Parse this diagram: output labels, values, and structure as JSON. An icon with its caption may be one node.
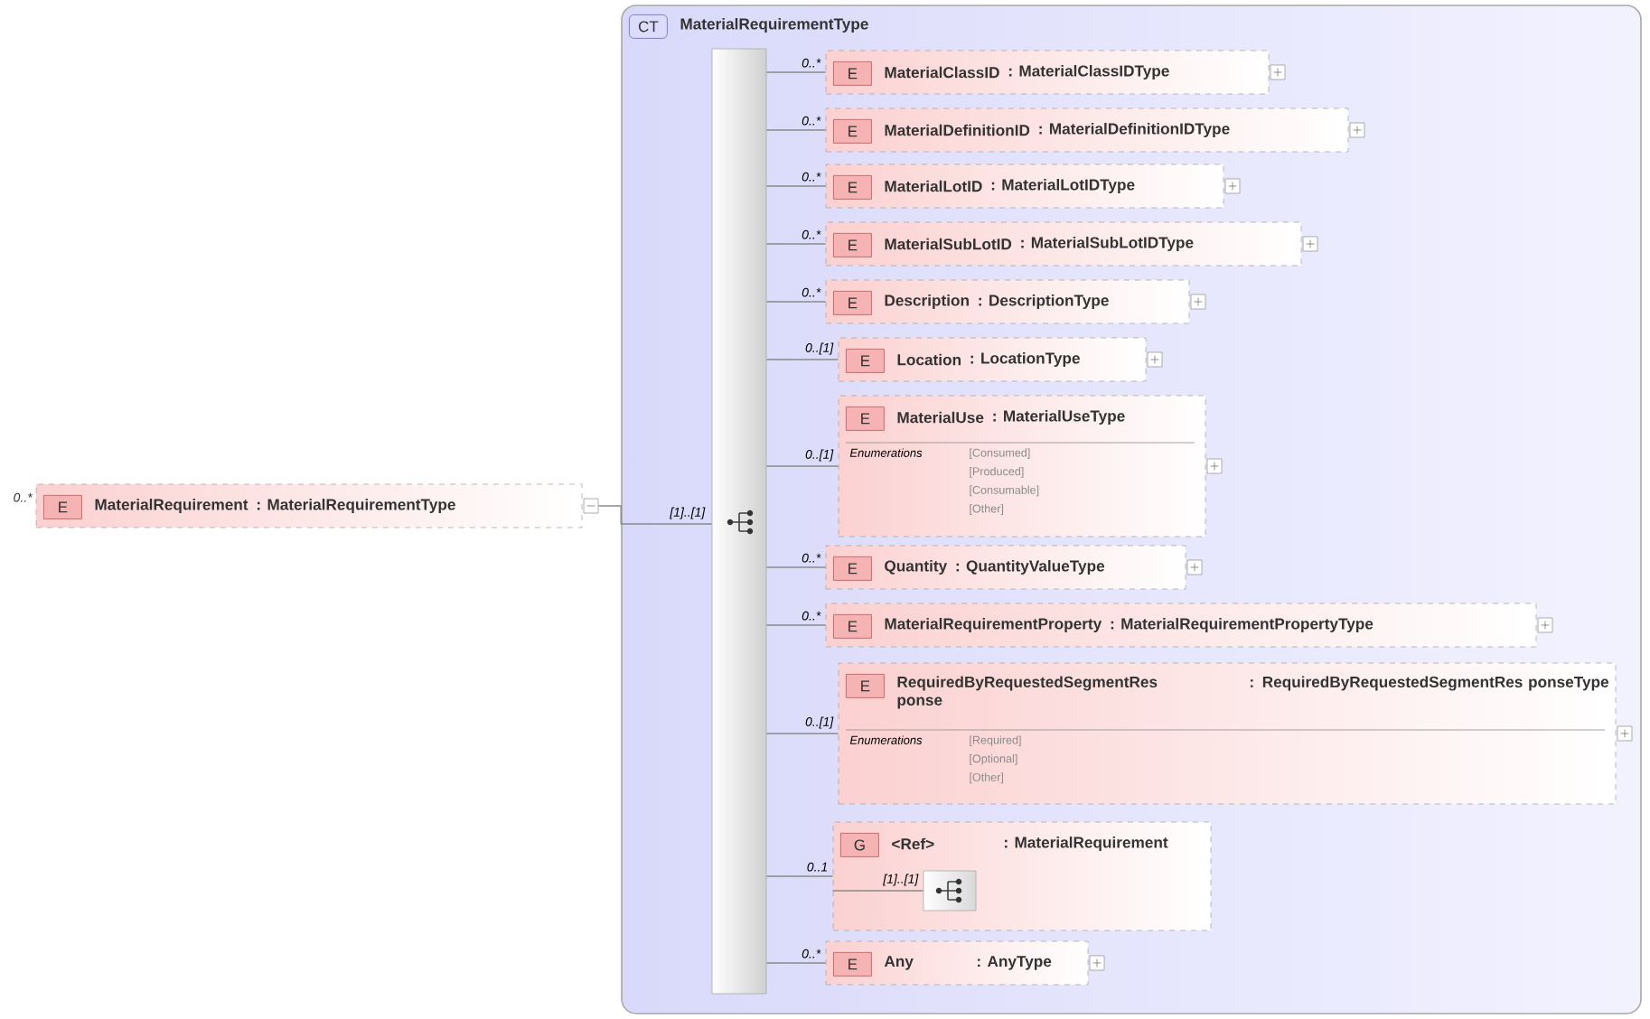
{
  "diagram": {
    "nodes": [
      {
        "text": [
          "E",
          "MaterialRequirement",
          ": MaterialRequirementType"
        ],
        "beside": [
          "0..*"
        ]
      },
      {
        "text": [
          "CT",
          "MaterialRequirementType"
        ]
      },
      {
        "text": [],
        "shape": "bar",
        "in": 1
      },
      {
        "text": [
          "E",
          "MaterialClassID",
          ": MaterialClassIDType"
        ],
        "in": 1
      },
      {
        "text": [
          "E",
          "MaterialDefinitionID",
          ": MaterialDefinitionIDType"
        ],
        "in": 1
      },
      {
        "text": [
          "E",
          "MaterialLotID",
          ": MaterialLotIDType"
        ],
        "in": 1
      },
      {
        "text": [
          "E",
          "MaterialSubLotID",
          ": MaterialSubLotIDType"
        ],
        "in": 1
      },
      {
        "text": [
          "E",
          "Description",
          ": DescriptionType"
        ],
        "in": 1
      },
      {
        "text": [
          "E",
          "Location",
          ": LocationType"
        ],
        "in": 1
      },
      {
        "text": [
          "E",
          "MaterialUse",
          ": MaterialUseType",
          "Enumerations",
          "[Consumed]",
          "[Produced]",
          "[Consumable]",
          "[Other]"
        ],
        "in": 1
      },
      {
        "text": [
          "E",
          "Quantity",
          ": QuantityValueType"
        ],
        "in": 1
      },
      {
        "text": [
          "E",
          "MaterialRequirementProperty",
          ": MaterialRequirementPropertyType"
        ],
        "in": 1
      },
      {
        "text": [
          "E",
          "RequiredByRequestedSegmentRes ponse",
          ": RequiredByRequestedSegmentRes ponseType",
          "Enumerations",
          "[Required]",
          "[Optional]",
          "[Other]"
        ],
        "in": 1
      },
      {
        "text": [
          "G",
          "<Ref>",
          ": MaterialRequirement"
        ],
        "in": 1
      },
      {
        "text": [],
        "shape": "box",
        "in": 13
      },
      {
        "text": [
          "E",
          "Any",
          ": AnyType"
        ],
        "in": 1
      }
    ],
    "edges": [
      {
        "from": 0,
        "to": 2,
        "arrow": "none",
        "label": "[1]..[1]"
      },
      {
        "from": 2,
        "to": 3,
        "arrow": "none",
        "label": "0..*"
      },
      {
        "from": 2,
        "to": 4,
        "arrow": "none",
        "label": "0..*"
      },
      {
        "from": 2,
        "to": 5,
        "arrow": "none",
        "label": "0..*"
      },
      {
        "from": 2,
        "to": 6,
        "arrow": "none",
        "label": "0..*"
      },
      {
        "from": 2,
        "to": 7,
        "arrow": "none",
        "label": "0..*"
      },
      {
        "from": 2,
        "to": 8,
        "arrow": "none",
        "label": "0..[1]"
      },
      {
        "from": 2,
        "to": 9,
        "arrow": "none",
        "label": "0..[1]"
      },
      {
        "from": 2,
        "to": 10,
        "arrow": "none",
        "label": "0..*"
      },
      {
        "from": 2,
        "to": 11,
        "arrow": "none",
        "label": "0..*"
      },
      {
        "from": 2,
        "to": 12,
        "arrow": "none",
        "label": "0..[1]"
      },
      {
        "from": 2,
        "to": 13,
        "arrow": "none",
        "label": "0..1"
      },
      {
        "from": 2,
        "to": 15,
        "arrow": "none",
        "label": "0..*"
      },
      {
        "from": 13,
        "to": 14,
        "arrow": "none",
        "label": "[1]..[1]"
      }
    ]
  }
}
